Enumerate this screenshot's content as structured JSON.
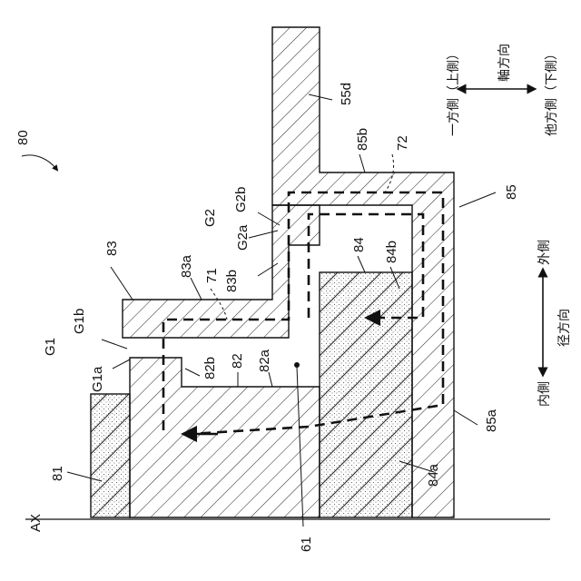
{
  "figure": {
    "axis_label": "AX",
    "assembly_label": "80",
    "part_labels": {
      "p81": "81",
      "p82": "82",
      "p82a": "82a",
      "p82b": "82b",
      "p83": "83",
      "p83a": "83a",
      "p83b": "83b",
      "p84": "84",
      "p84a": "84a",
      "p84b": "84b",
      "p85": "85",
      "p85a": "85a",
      "p85b": "85b",
      "p55d": "55d",
      "p61": "61",
      "p71": "71",
      "p72": "72"
    },
    "gap_labels": {
      "g1": "G1",
      "g1a": "G1a",
      "g1b": "G1b",
      "g2": "G2",
      "g2a": "G2a",
      "g2b": "G2b"
    },
    "directions": {
      "axial_title": "軸方向",
      "axial_one_side": "一方側（上側）",
      "axial_other_side": "他方側（下側）",
      "radial_title": "径方向",
      "radial_inner": "内側",
      "radial_outer": "外側"
    },
    "colors": {
      "line": "#111111",
      "hatch": "#222222",
      "stipple": "#555555",
      "background": "#ffffff"
    }
  }
}
